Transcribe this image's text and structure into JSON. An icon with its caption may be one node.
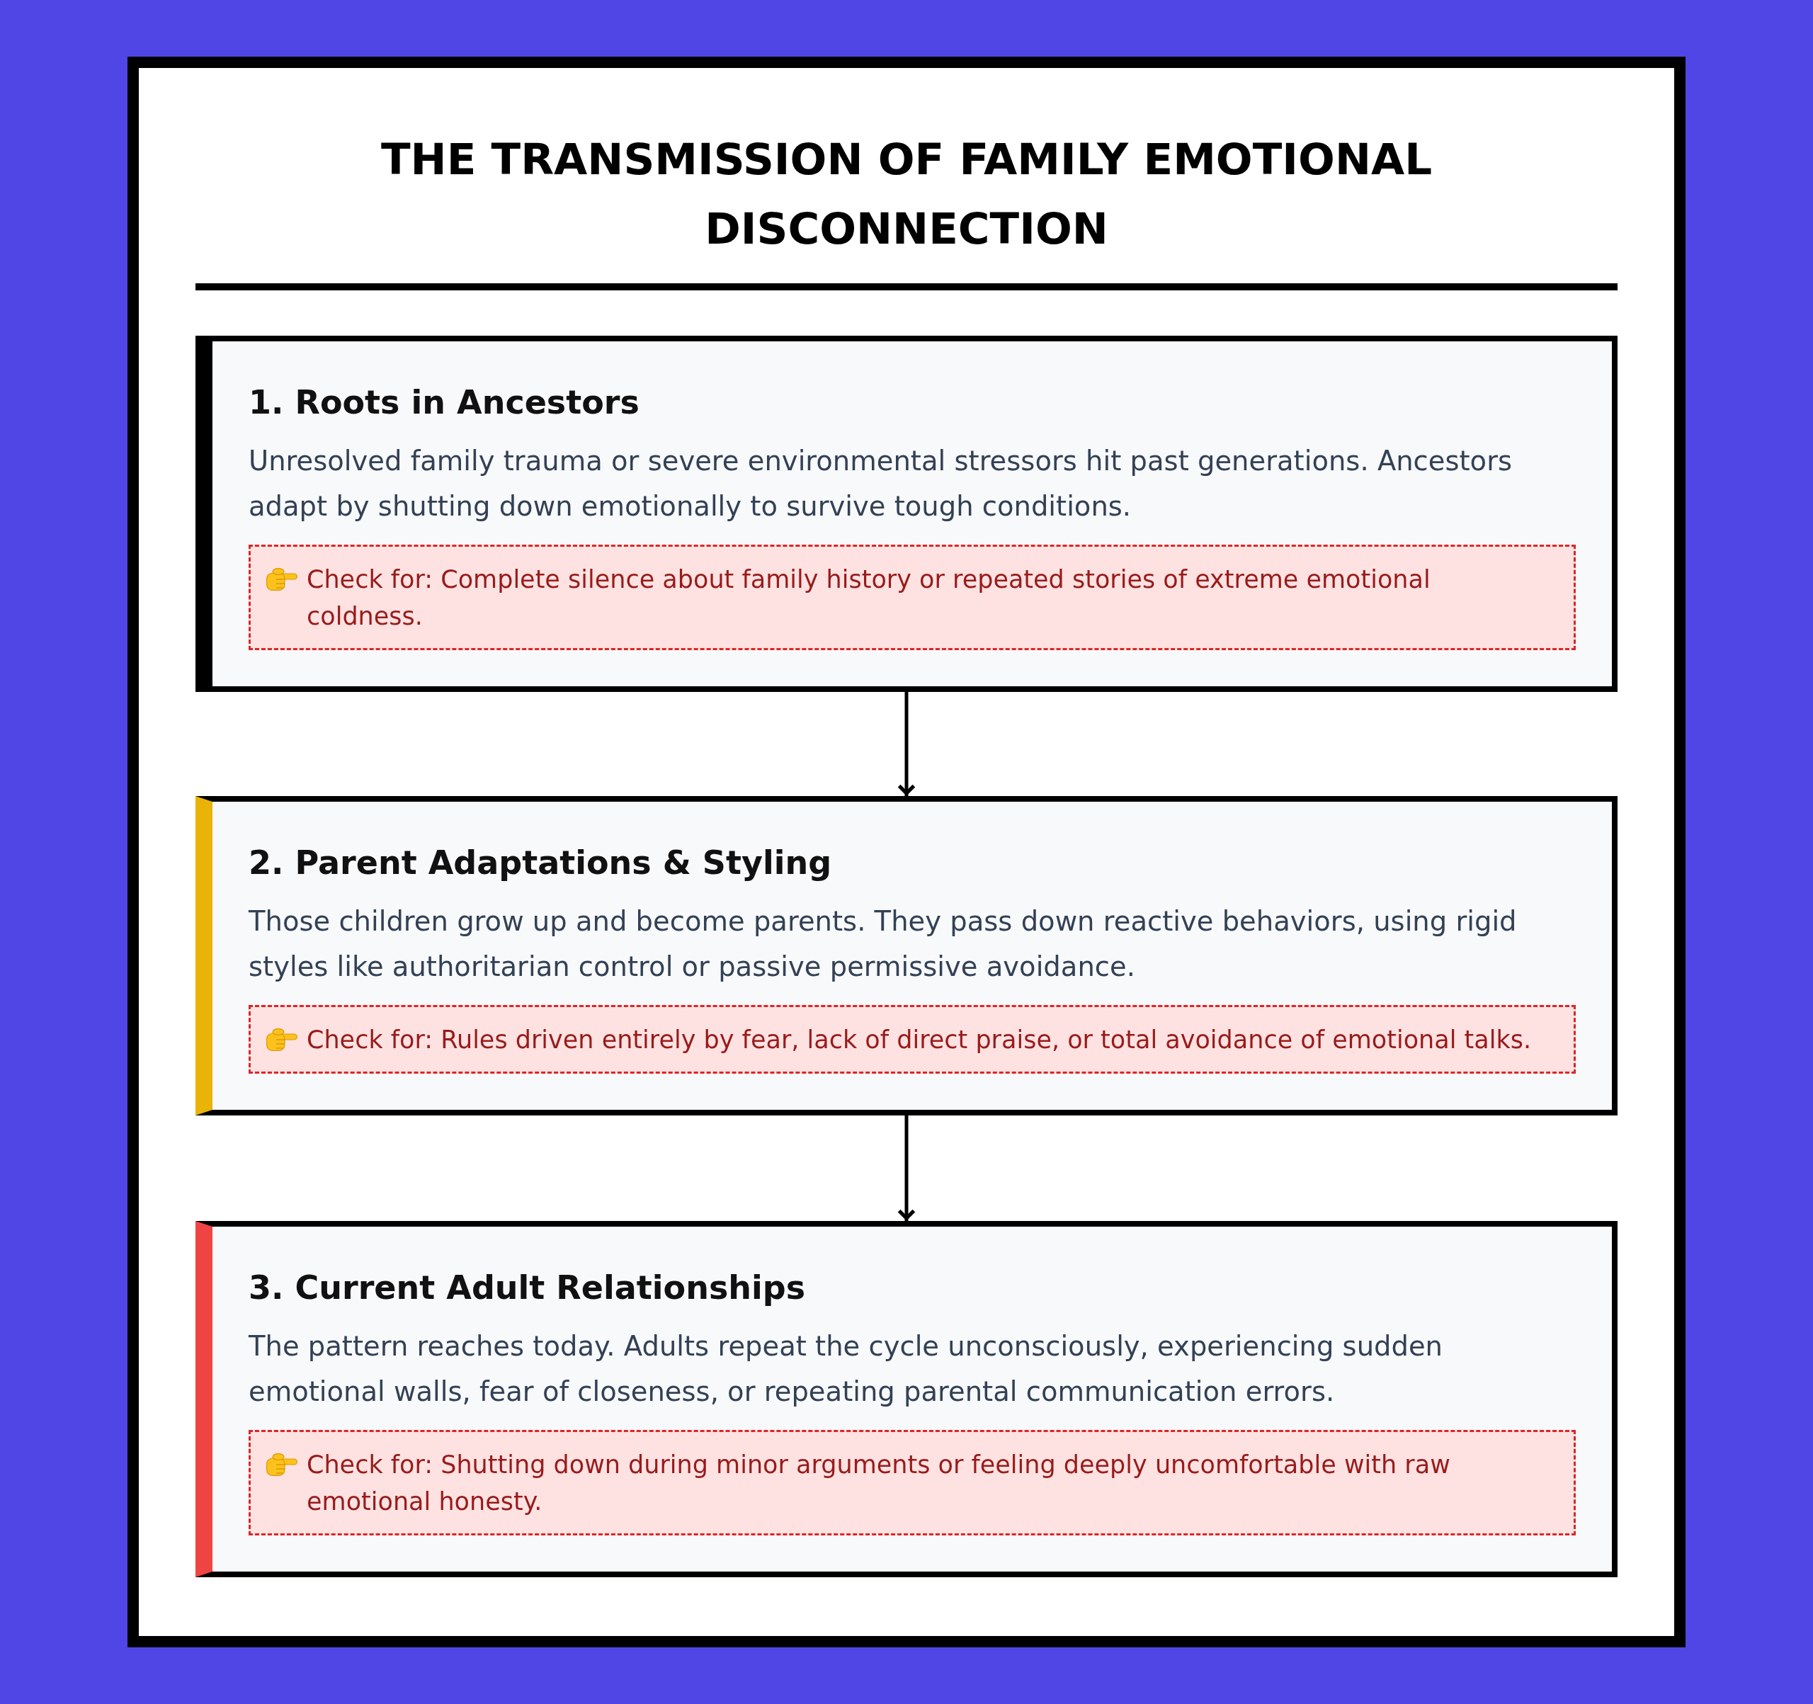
{
  "diagram": {
    "title": "THE TRANSMISSION OF FAMILY EMOTIONAL DISCONNECTION",
    "nodes": [
      {
        "text": [
          "1. Roots in Ancestors",
          "Unresolved family trauma or severe environmental stressors hit past generations. Ancestors adapt by shutting down emotionally to survive tough conditions."
        ]
      },
      {
        "text": [
          "Check for: Complete silence about family history or repeated stories of extreme emotional coldness."
        ],
        "in": 0
      },
      {
        "text": [
          "2. Parent Adaptations & Styling",
          "Those children grow up and become parents. They pass down reactive behaviors, using rigid styles like authoritarian control or passive permissive avoidance."
        ]
      },
      {
        "text": [
          "Check for: Rules driven entirely by fear, lack of direct praise, or total avoidance of emotional talks."
        ],
        "in": 2
      },
      {
        "text": [
          "3. Current Adult Relationships",
          "The pattern reaches today. Adults repeat the cycle unconsciously, experiencing sudden emotional walls, fear of closeness, or repeating parental communication errors."
        ]
      },
      {
        "text": [
          "Check for: Shutting down during minor arguments or feeling deeply uncomfortable with raw emotional honesty."
        ],
        "in": 4
      }
    ],
    "edges": [
      {
        "from": 0,
        "to": 2,
        "arrow": "to"
      },
      {
        "from": 2,
        "to": 4,
        "arrow": "to"
      }
    ]
  }
}
